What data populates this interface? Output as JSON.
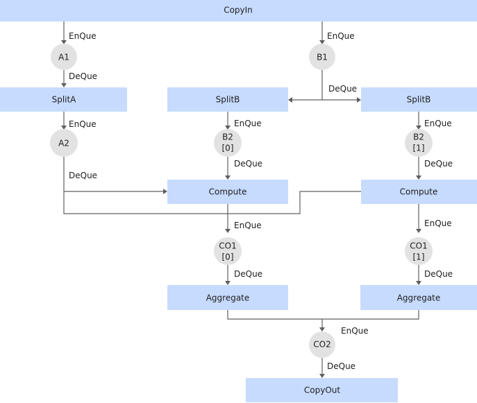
{
  "nodes": {
    "copy_in": "CopyIn",
    "a1": "A1",
    "b1": "B1",
    "split_a": "SplitA",
    "split_b_left": "SplitB",
    "split_b_right": "SplitB",
    "a2": "A2",
    "b2_0": {
      "line1": "B2",
      "line2": "[0]"
    },
    "b2_1": {
      "line1": "B2",
      "line2": "[1]"
    },
    "compute_left": "Compute",
    "compute_right": "Compute",
    "co1_0": {
      "line1": "CO1",
      "line2": "[0]"
    },
    "co1_1": {
      "line1": "CO1",
      "line2": "[1]"
    },
    "aggregate_left": "Aggregate",
    "aggregate_right": "Aggregate",
    "co2": "CO2",
    "copy_out": "CopyOut"
  },
  "edge_labels": {
    "enque": "EnQue",
    "deque": "DeQue"
  }
}
